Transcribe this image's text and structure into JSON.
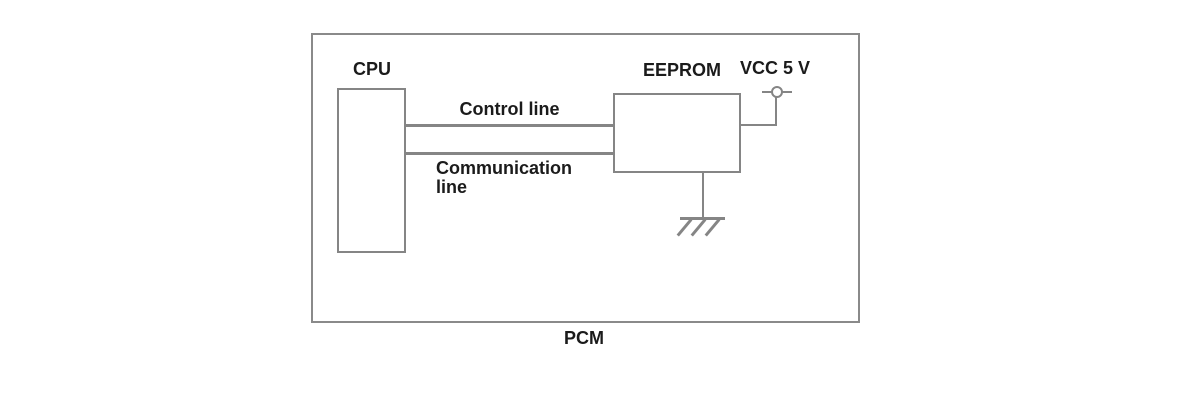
{
  "diagram": {
    "type": "block-diagram",
    "labels": {
      "pcm": "PCM",
      "cpu": "CPU",
      "eeprom": "EEPROM",
      "vcc": "VCC 5 V",
      "control_line": "Control line",
      "communication_line": "Communication line"
    },
    "icons": {
      "vcc_terminal": "power-terminal-circle",
      "ground": "chassis-ground"
    },
    "connections": [
      {
        "from": "CPU",
        "to": "EEPROM",
        "label": "Control line"
      },
      {
        "from": "CPU",
        "to": "EEPROM",
        "label": "Communication line"
      },
      {
        "from": "VCC 5 V",
        "to": "EEPROM",
        "label": ""
      },
      {
        "from": "EEPROM",
        "to": "ground",
        "label": ""
      }
    ],
    "colors": {
      "line": "#858585",
      "outer_border": "#8a8a8a",
      "text": "#1b1b1b",
      "background": "#ffffff"
    }
  }
}
